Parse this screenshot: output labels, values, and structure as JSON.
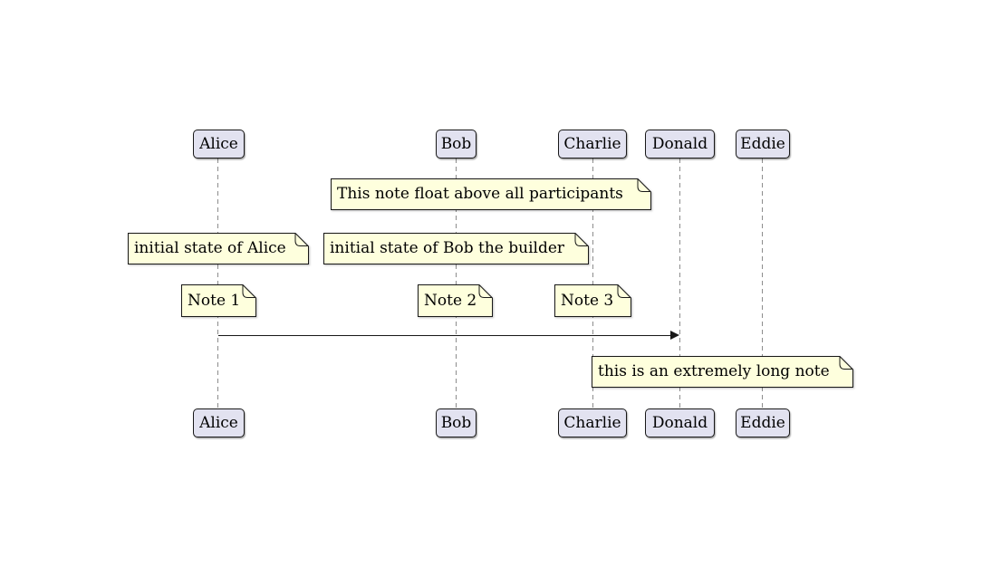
{
  "diagram_type": "uml-sequence-diagram",
  "participants": [
    {
      "name": "Alice"
    },
    {
      "name": "Bob"
    },
    {
      "name": "Charlie"
    },
    {
      "name": "Donald"
    },
    {
      "name": "Eddie"
    }
  ],
  "notes": [
    {
      "text": "This note float above all participants"
    },
    {
      "text": "initial state of Alice"
    },
    {
      "text": "initial state of Bob the builder"
    },
    {
      "text": "Note 1"
    },
    {
      "text": "Note 2"
    },
    {
      "text": "Note 3"
    },
    {
      "text": "this is an extremely long note"
    }
  ],
  "messages": [
    {
      "from": "Alice",
      "to": "Donald",
      "label": ""
    }
  ],
  "colors": {
    "background": "#FFFFFF",
    "participant_fill": "#E2E2F0",
    "participant_border": "#181818",
    "note_fill": "#FEFFDD",
    "note_border": "#181818",
    "lifeline": "#8C8C8C",
    "arrow": "#181818",
    "text": "#000000"
  }
}
